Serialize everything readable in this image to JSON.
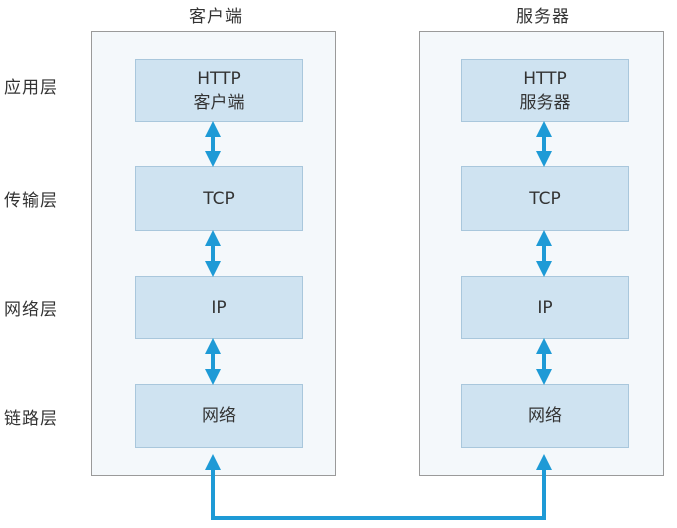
{
  "client": {
    "title": "客户端",
    "layers": [
      {
        "line1": "HTTP",
        "line2": "客户端"
      },
      {
        "line1": "TCP",
        "line2": ""
      },
      {
        "line1": "IP",
        "line2": ""
      },
      {
        "line1": "网络",
        "line2": ""
      }
    ]
  },
  "server": {
    "title": "服务器",
    "layers": [
      {
        "line1": "HTTP",
        "line2": "服务器"
      },
      {
        "line1": "TCP",
        "line2": ""
      },
      {
        "line1": "IP",
        "line2": ""
      },
      {
        "line1": "网络",
        "line2": ""
      }
    ]
  },
  "layer_labels": [
    "应用层",
    "传输层",
    "网络层",
    "链路层"
  ],
  "colors": {
    "arrow": "#1e9ad6",
    "box_fill": "#cfe3f1",
    "panel_fill": "#f4f8fb",
    "panel_border": "#9a9a9a"
  }
}
